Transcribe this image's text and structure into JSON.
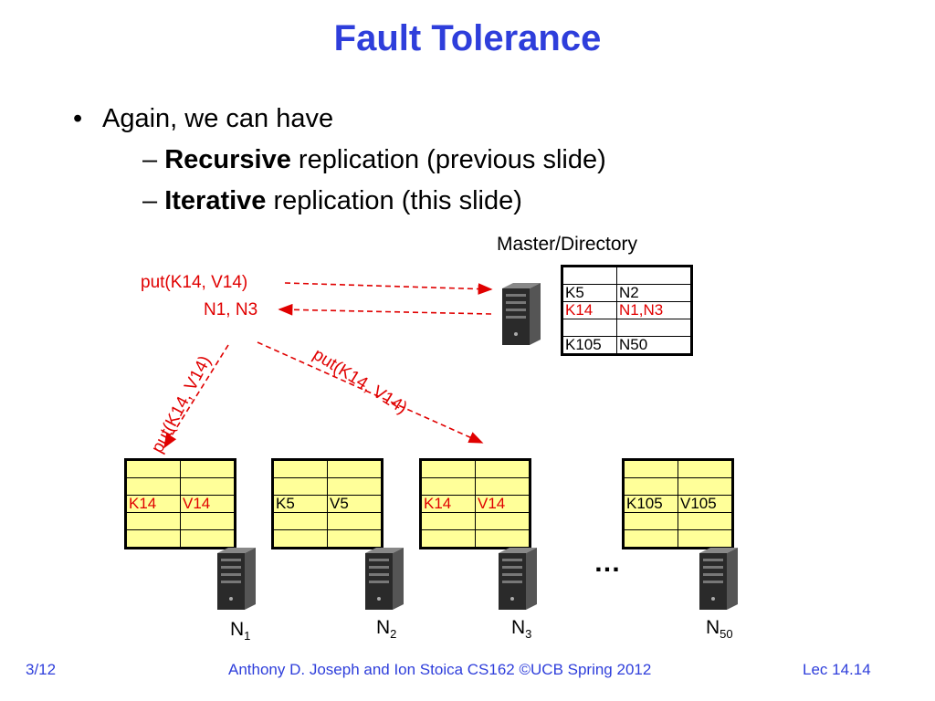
{
  "title": "Fault Tolerance",
  "bullets": {
    "main": "Again, we can have",
    "sub": [
      {
        "bold": "Recursive",
        "rest": " replication (previous slide)"
      },
      {
        "bold": "Iterative",
        "rest": " replication (this slide)"
      }
    ],
    "dash": "–",
    "dot": "•"
  },
  "diagram": {
    "put_label": "put(K14, V14)",
    "reply_label": "N1, N3",
    "put_rot_left": "put(K14, V14)",
    "put_rot_right": "put(K14, V14)",
    "master_label": "Master/Directory",
    "master_rows": [
      [
        "",
        ""
      ],
      [
        "K5",
        "N2"
      ],
      [
        "K14",
        "N1,N3"
      ],
      [
        "",
        ""
      ],
      [
        "K105",
        "N50"
      ]
    ],
    "nodes": [
      {
        "name": "N",
        "sub": "1",
        "key": "K14",
        "val": "V14"
      },
      {
        "name": "N",
        "sub": "2",
        "key": "K5",
        "val": "V5"
      },
      {
        "name": "N",
        "sub": "3",
        "key": "K14",
        "val": "V14"
      },
      {
        "name": "N",
        "sub": "50",
        "key": "K105",
        "val": "V105"
      }
    ],
    "ellipsis": "…",
    "colors": {
      "arrow": "#e00000",
      "table_fill": "#ffff99",
      "title": "#2e3edb"
    }
  },
  "footer": {
    "left": "3/12",
    "center": "Anthony D. Joseph and Ion Stoica CS162 ©UCB Spring 2012",
    "right": "Lec 14.14"
  }
}
